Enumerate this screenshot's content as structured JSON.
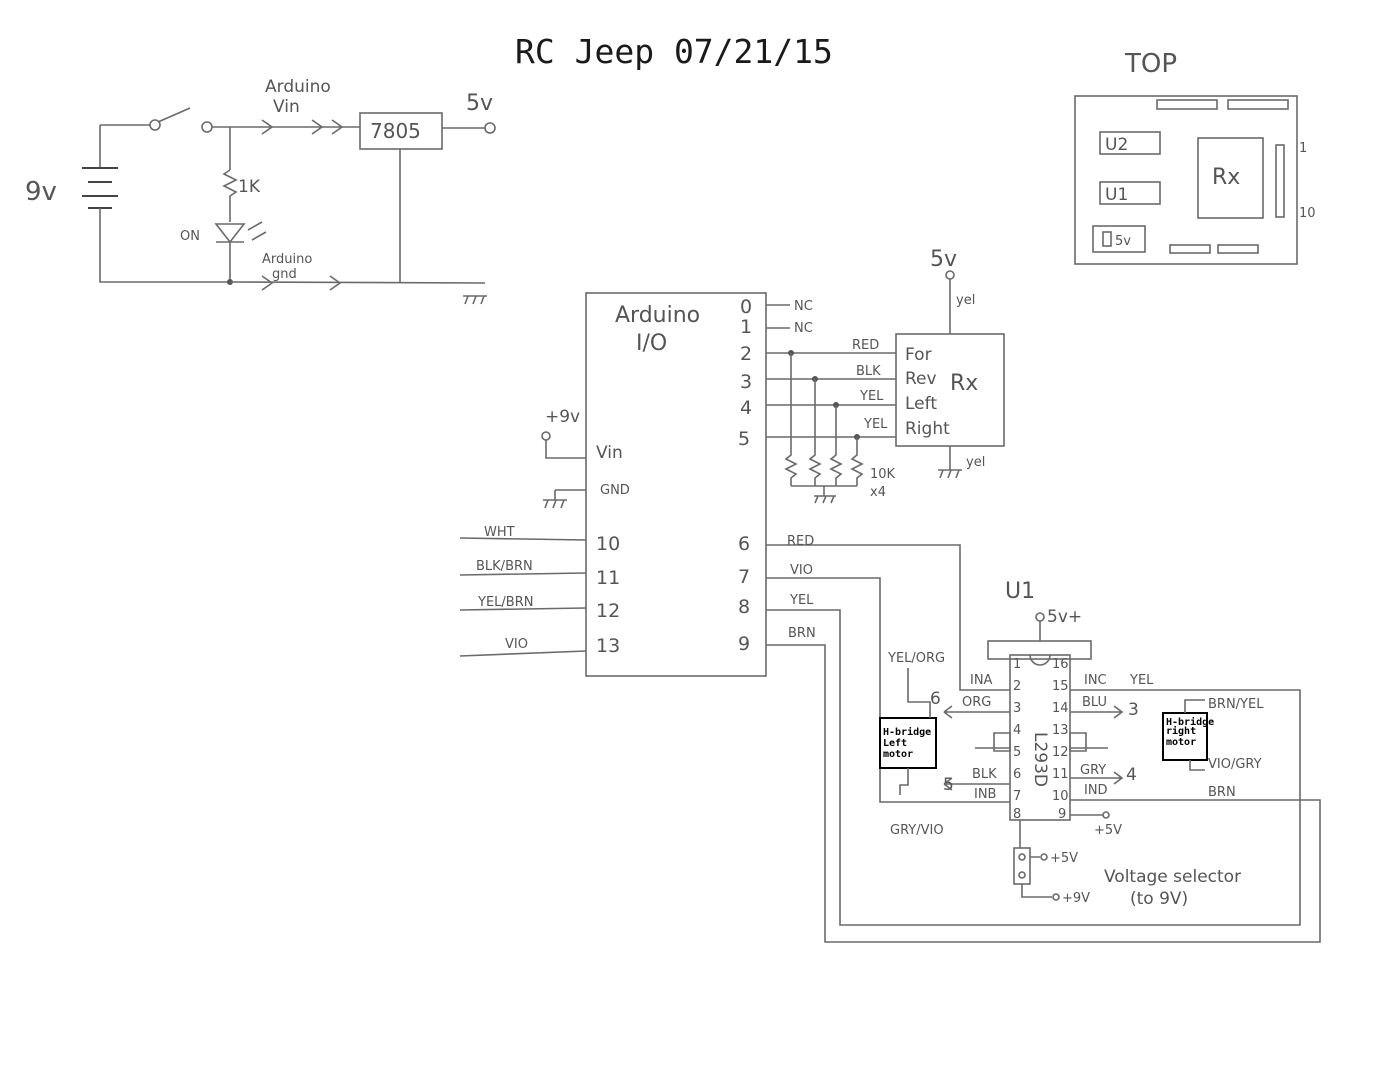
{
  "title": "RC Jeep 07/21/15",
  "power": {
    "battery": "9v",
    "arduino_vin": [
      "Arduino",
      "Vin"
    ],
    "regulator": "7805",
    "out_5v": "5v",
    "resistor": "1K",
    "led": "ON",
    "arduino_gnd": [
      "Arduino",
      "gnd"
    ]
  },
  "top_view": {
    "label": "TOP",
    "u2": "U2",
    "u1": "U1",
    "rx": "Rx",
    "reg": "5v",
    "pin1": "1",
    "pin10": "10"
  },
  "arduino": {
    "title": [
      "Arduino",
      "I/O"
    ],
    "right_pins": [
      "0",
      "1",
      "2",
      "3",
      "4",
      "5"
    ],
    "right_pins_lower": [
      "6",
      "7",
      "8",
      "9"
    ],
    "nc": [
      "NC",
      "NC"
    ],
    "left_vin": "Vin",
    "left_gnd": "GND",
    "plus9": "+9v",
    "left_pins": [
      "10",
      "11",
      "12",
      "13"
    ],
    "left_wires": [
      "WHT",
      "BLK/BRN",
      "YEL/BRN",
      "VIO"
    ],
    "rx_wires": [
      "RED",
      "BLK",
      "YEL",
      "YEL"
    ],
    "lower_wires": [
      "RED",
      "VIO",
      "YEL",
      "BRN"
    ]
  },
  "rx": {
    "label": "Rx",
    "inputs": [
      "For",
      "Rev",
      "Left",
      "Right"
    ],
    "supply": "5v",
    "yel_top": "yel",
    "yel_bottom": "yel",
    "pulldown": [
      "10K",
      "x4"
    ]
  },
  "u1": {
    "name": "U1",
    "supply": "5v+",
    "chip": "L293D",
    "left_nums": [
      "1",
      "2",
      "3",
      "4",
      "5",
      "6",
      "7",
      "8"
    ],
    "right_nums": [
      "16",
      "15",
      "14",
      "13",
      "12",
      "11",
      "10",
      "9"
    ],
    "ina": "INA",
    "org": "ORG",
    "blk": "BLK",
    "inb": "INB",
    "inc": "INC",
    "inc_color": "YEL",
    "blu": "BLU",
    "gry": "GRY",
    "ind": "IND",
    "ind_color": "BRN",
    "plus5": "+5V",
    "n6": "6",
    "n5": "5",
    "n3": "3",
    "n4": "4",
    "left_motor": [
      "H-bridge",
      "Left",
      "motor"
    ],
    "right_motor": [
      "H-bridge",
      "right",
      "motor"
    ],
    "yel_org": "YEL/ORG",
    "gry_vio": "GRY/VIO",
    "brn_yel": "BRN/YEL",
    "vio_gry": "VIO/GRY",
    "sel_5v": "+5V",
    "sel_9v": "+9V",
    "selector": [
      "Voltage selector",
      "(to 9V)"
    ]
  }
}
